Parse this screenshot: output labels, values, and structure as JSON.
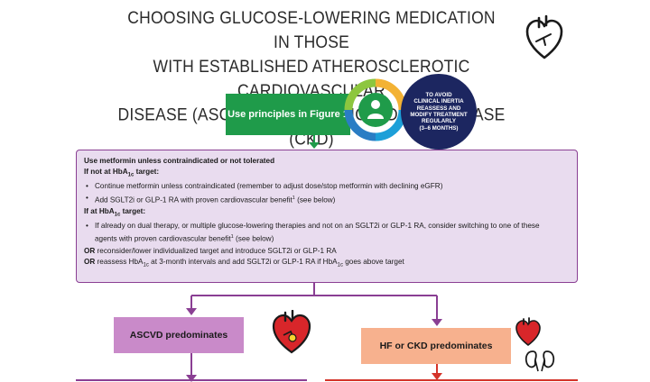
{
  "title": {
    "line1": "CHOOSING GLUCOSE-LOWERING MEDICATION IN THOSE",
    "line2": "WITH ESTABLISHED ATHEROSCLEROTIC CARDIOVASCULAR",
    "line3": "DISEASE (ASCVD) OR CHRONIC KIDNEY DISEASE (CKD)"
  },
  "start_box": "Use principles in Figure 1",
  "inertia_note": {
    "l1": "TO AVOID",
    "l2": "CLINICAL INERTIA",
    "l3": "REASSESS AND",
    "l4": "MODIFY TREATMENT",
    "l5": "REGULARLY",
    "l6": "(3–6 MONTHS)"
  },
  "main_box": {
    "heading": "Use metformin unless contraindicated or not tolerated",
    "not_at_target_pre": "If not at HbA",
    "not_at_target_sub": "1c",
    "not_at_target_post": " target:",
    "b1": "Continue metformin unless contraindicated (remember to adjust dose/stop metformin with declining eGFR)",
    "b2_pre": "Add SGLT2i or GLP-1 RA with proven cardiovascular benefit",
    "b2_sup": "1",
    "b2_post": " (see below)",
    "at_target_pre": "If at HbA",
    "at_target_sub": "1c",
    "at_target_post": " target:",
    "b3a": "If already on dual therapy, or multiple glucose-lowering therapies and not on an SGLT2i or GLP-1 RA, consider switching to one of these",
    "b3b_pre": "agents with proven cardiovascular benefit",
    "b3b_sup": "1",
    "b3b_post": " (see below)",
    "or1_kw": "OR",
    "or1_text": " reconsider/lower individualized target and introduce SGLT2i or GLP-1 RA",
    "or2_kw": "OR",
    "or2_pre": " reassess HbA",
    "or2_sub": "1c",
    "or2_mid": " at 3-month intervals and add SGLT2i or GLP-1 RA if HbA",
    "or2_sub2": "1c",
    "or2_post": " goes above target"
  },
  "branch_left": "ASCVD predominates",
  "branch_right": "HF or CKD predominates",
  "colors": {
    "green": "#1f9b4a",
    "navy": "#1c2660",
    "purple_border": "#8a3f93",
    "purple_fill": "#e9dcef",
    "ascvd": "#c98ac9",
    "hf_ckd": "#f7b18e",
    "arrow_red": "#d4342a"
  },
  "icons": [
    "heart-outline-icon",
    "patient-cycle-icon",
    "red-heart-icon",
    "small-heart-icon",
    "kidneys-icon"
  ]
}
